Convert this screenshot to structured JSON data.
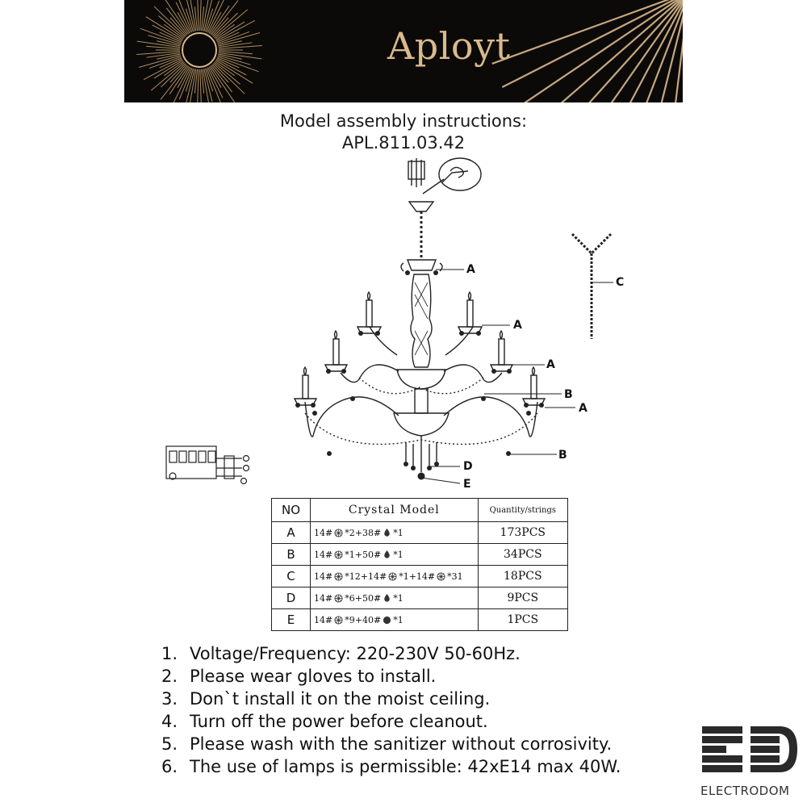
{
  "header": {
    "brand": "Aployt"
  },
  "title": {
    "line1": "Model assembly instructions:",
    "line2": "APL.811.03.42"
  },
  "diagram": {
    "labels": {
      "a1": "A",
      "a2": "A",
      "a3": "A",
      "a4": "A",
      "b1": "B",
      "b2": "B",
      "c": "C",
      "d": "D",
      "e": "E"
    }
  },
  "table": {
    "headers": {
      "no": "NO",
      "model": "Crystal Model",
      "qty": "Quantity/strings"
    },
    "rows": [
      {
        "no": "A",
        "model": [
          "14#",
          "*2+38#",
          "*1"
        ],
        "qty": "173PCS"
      },
      {
        "no": "B",
        "model": [
          "14#",
          "*1+50#",
          "*1"
        ],
        "qty": "34PCS"
      },
      {
        "no": "C",
        "model": [
          "14#",
          "*12+14#",
          "*1+14#",
          "*31"
        ],
        "qty": "18PCS"
      },
      {
        "no": "D",
        "model": [
          "14#",
          "*6+50#",
          "*1"
        ],
        "qty": "9PCS"
      },
      {
        "no": "E",
        "model": [
          "14#",
          "*9+40#",
          "*1"
        ],
        "qty": "1PCS"
      }
    ]
  },
  "notes": [
    {
      "num": "1.",
      "text": "Voltage/Frequency: 220-230V 50-60Hz."
    },
    {
      "num": "2.",
      "text": "Please wear gloves to install."
    },
    {
      "num": "3.",
      "text": "Don`t install it on the moist ceiling."
    },
    {
      "num": "4.",
      "text": "Turn off the power before cleanout."
    },
    {
      "num": "5.",
      "text": "Please wash with the sanitizer without corrosivity."
    },
    {
      "num": "6.",
      "text": "The use of lamps is permissible: 42xE14 max 40W."
    }
  ],
  "watermark": {
    "text": "ELECTRODOM",
    "logo": "ED"
  },
  "colors": {
    "banner_bg": "#0c0a08",
    "gold": "#d9b98d"
  }
}
